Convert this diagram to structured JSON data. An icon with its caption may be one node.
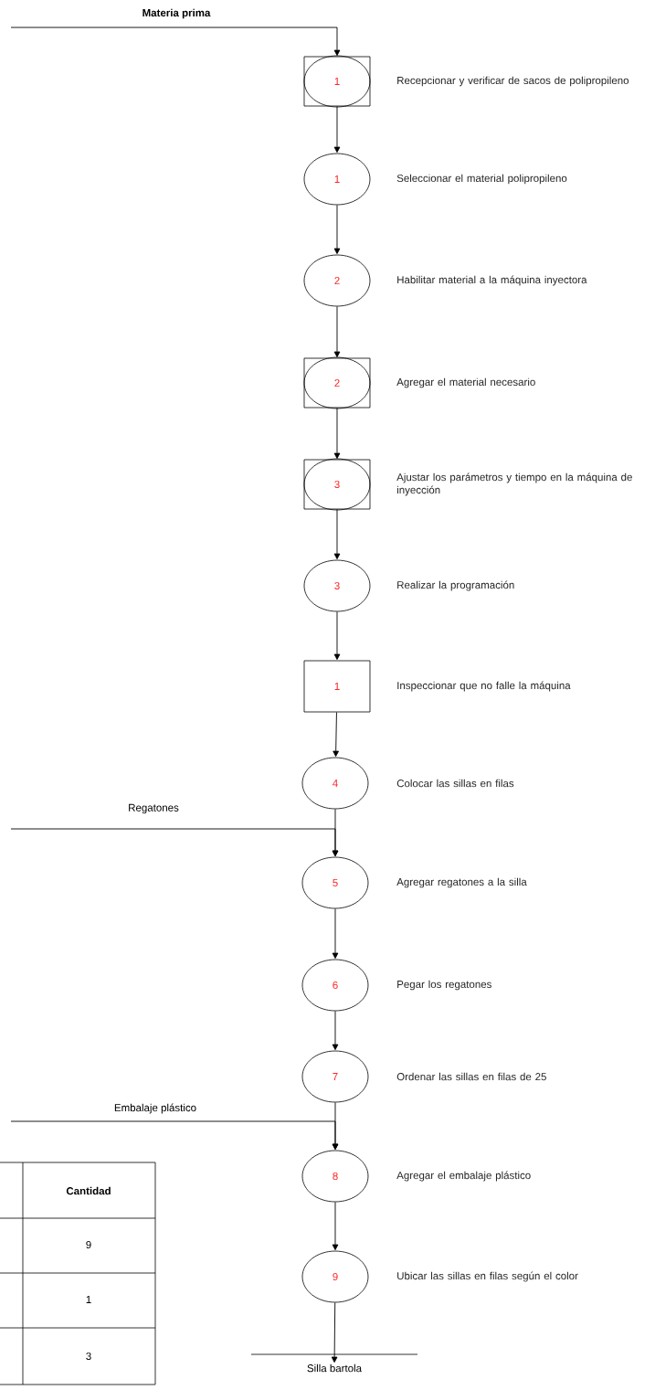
{
  "diagram": {
    "nodes": [
      {
        "text": [
          "1"
        ],
        "beside": [
          "Recepcionar y verificar de sacos de polipropileno"
        ]
      },
      {
        "text": [
          "1"
        ],
        "beside": [
          "Seleccionar  el material polipropileno"
        ]
      },
      {
        "text": [
          "2"
        ],
        "beside": [
          "Habilitar material a la máquina inyectora"
        ]
      },
      {
        "text": [
          "2"
        ],
        "beside": [
          "Agregar el material necesario"
        ]
      },
      {
        "text": [
          "3"
        ],
        "beside": [
          "Ajustar los parámetros y tiempo en la máquina de inyección"
        ]
      },
      {
        "text": [
          "3"
        ],
        "beside": [
          "Realizar la programación"
        ]
      },
      {
        "text": [
          "1"
        ],
        "beside": [
          "Inspeccionar que no falle la máquina"
        ]
      },
      {
        "text": [
          "4"
        ],
        "beside": [
          "Colocar las sillas en filas"
        ]
      },
      {
        "text": [
          "5"
        ],
        "beside": [
          "Agregar regatones a la silla"
        ]
      },
      {
        "text": [
          "6"
        ],
        "beside": [
          "Pegar los regatones"
        ]
      },
      {
        "text": [
          "7"
        ],
        "beside": [
          "Ordenar las sillas en filas de 25"
        ]
      },
      {
        "text": [
          "8"
        ],
        "beside": [
          "Agregar el embalaje plástico"
        ]
      },
      {
        "text": [
          "9"
        ],
        "beside": [
          "Ubicar las sillas en filas según el color"
        ]
      },
      {
        "text": [
          "Silla bartola"
        ]
      }
    ],
    "edges": [
      {
        "from": null,
        "to": 0,
        "arrow": "to",
        "label": "Materia prima"
      },
      {
        "from": 0,
        "to": 1,
        "arrow": "to"
      },
      {
        "from": 1,
        "to": 2,
        "arrow": "to"
      },
      {
        "from": 2,
        "to": 3,
        "arrow": "to"
      },
      {
        "from": 3,
        "to": 4,
        "arrow": "to"
      },
      {
        "from": 4,
        "to": 5,
        "arrow": "to"
      },
      {
        "from": 5,
        "to": 6,
        "arrow": "to"
      },
      {
        "from": 6,
        "to": 7,
        "arrow": "to"
      },
      {
        "from": null,
        "to": 8,
        "arrow": "to",
        "label": "Regatones"
      },
      {
        "from": 7,
        "to": 8,
        "arrow": "to"
      },
      {
        "from": 8,
        "to": 9,
        "arrow": "to"
      },
      {
        "from": 9,
        "to": 10,
        "arrow": "to"
      },
      {
        "from": null,
        "to": 11,
        "arrow": "to",
        "label": "Embalaje plástico"
      },
      {
        "from": 10,
        "to": 11,
        "arrow": "to"
      },
      {
        "from": 11,
        "to": 12,
        "arrow": "to"
      },
      {
        "from": 12,
        "to": 13,
        "arrow": "to"
      }
    ],
    "labels": [
      "Cantidad",
      "9",
      "1",
      "3"
    ]
  }
}
